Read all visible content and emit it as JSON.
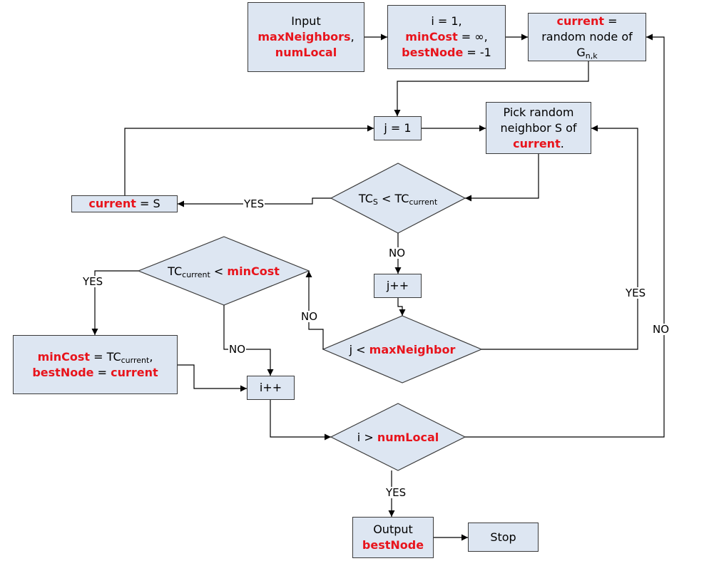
{
  "nodes": {
    "input": {
      "l1": "Input",
      "l2": "maxNeighbors",
      "l2_tail": ",",
      "l3": "numLocal"
    },
    "init": {
      "l1": "i = 1,",
      "l2_key": "minCost",
      "l2_val": " = ∞,",
      "l3_key": "bestNode",
      "l3_val": " = -1"
    },
    "random_start": {
      "l1_key": "current",
      "l1_val": " =",
      "l2": "random node of",
      "l3_base": "G",
      "l3_sub": "n,k"
    },
    "j_init": {
      "text": "j = 1"
    },
    "pick_neighbor": {
      "l1": "Pick random",
      "l2": "neighbor S of",
      "l3_key": "current",
      "l3_tail": "."
    },
    "compare_tc": {
      "a_base": "TC",
      "a_sub": "S",
      "op": " < ",
      "b_base": "TC",
      "b_sub": "current"
    },
    "set_current": {
      "key": "current",
      "val": " = S"
    },
    "j_inc": {
      "text": "j++"
    },
    "j_check": {
      "left": "j < ",
      "key": "maxNeighbor"
    },
    "cost_check": {
      "a_base": "TC",
      "a_sub": "current",
      "op": " < ",
      "key": "minCost"
    },
    "update_best": {
      "l1_key": "minCost",
      "l1_mid": " = TC",
      "l1_sub": "current",
      "l1_tail": ",",
      "l2_key": "bestNode",
      "l2_mid": " = ",
      "l2_key2": "current"
    },
    "i_inc": {
      "text": "i++"
    },
    "i_check": {
      "left": "i > ",
      "key": "numLocal"
    },
    "output": {
      "l1": "Output",
      "l2": "bestNode"
    },
    "stop": {
      "text": "Stop"
    }
  },
  "edge_labels": {
    "yes_tc": "YES",
    "no_tc": "NO",
    "no_j": "NO",
    "yes_j": "YES",
    "yes_cost": "YES",
    "no_cost": "NO",
    "no_i": "NO",
    "yes_i": "YES"
  },
  "colors": {
    "box_fill": "#dde6f2",
    "border": "#3a3a3a",
    "highlight": "#e8141c"
  }
}
